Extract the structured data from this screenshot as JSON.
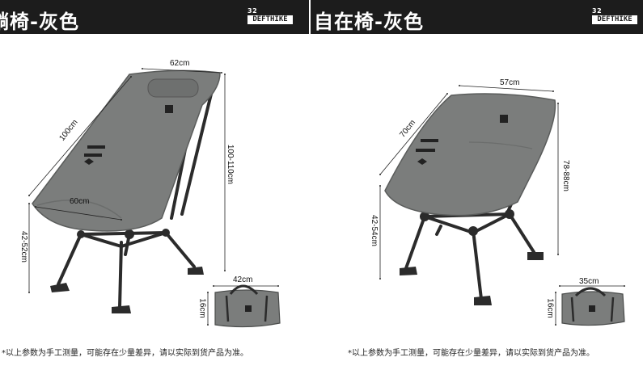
{
  "left_panel": {
    "title": "躺椅-灰色",
    "brand": {
      "top": "32",
      "name": "DEFTHIKE"
    },
    "dims": {
      "width_top": "62cm",
      "diagonal": "100cm",
      "seat_width": "60cm",
      "height": "100-110cm",
      "seat_height": "42-52cm",
      "bag_length": "42cm",
      "bag_height": "16cm"
    },
    "note": "*以上参数为手工测量，可能存在少量差异，请以实际到货产品为准。"
  },
  "right_panel": {
    "title": "自在椅-灰色",
    "brand": {
      "top": "32",
      "name": "DEFTHIKE"
    },
    "dims": {
      "width_top": "57cm",
      "diagonal": "70cm",
      "height": "78-88cm",
      "seat_height": "42-54cm",
      "bag_length": "35cm",
      "bag_height": "16cm"
    },
    "note": "*以上参数为手工测量，可能存在少量差异，请以实际到货产品为准。"
  },
  "colors": {
    "header_bg": "#1c1c1c",
    "fabric": "#7b7d7c",
    "frame": "#2b2b2b"
  }
}
